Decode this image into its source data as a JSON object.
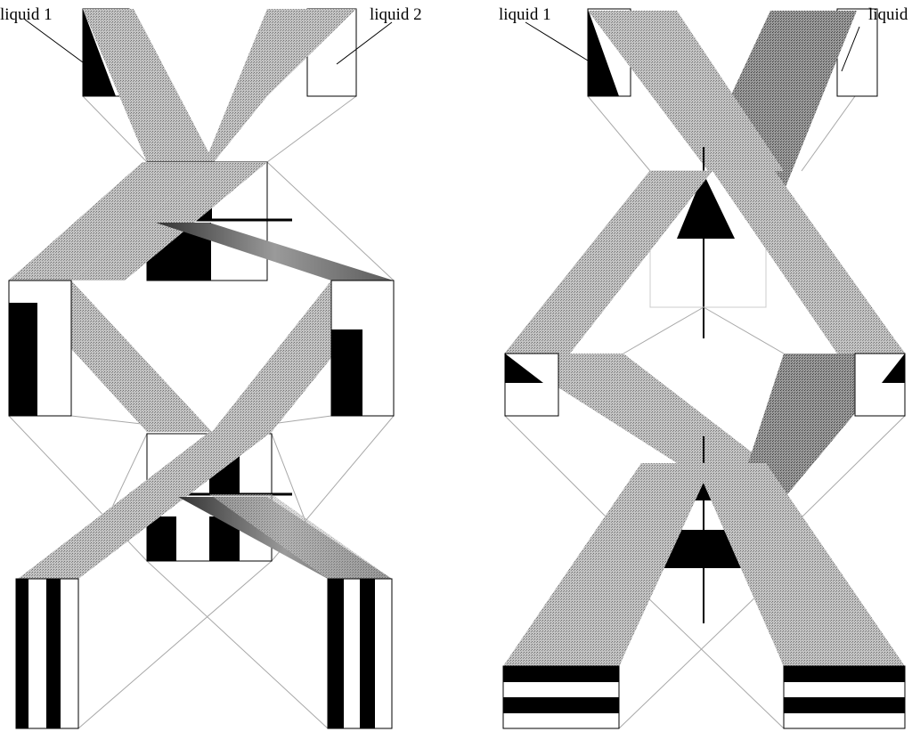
{
  "figure": {
    "left_panel": {
      "label_left": "liquid 1",
      "label_right": "liquid 2"
    },
    "right_panel": {
      "label_left": "liquid 1",
      "label_right": "liquid"
    }
  },
  "colors": {
    "stream_light": "#b9b9b9",
    "stream_dark": "#8c8c8c",
    "ink": "#000000",
    "guide_line": "#9a9a9a",
    "background": "#ffffff"
  }
}
